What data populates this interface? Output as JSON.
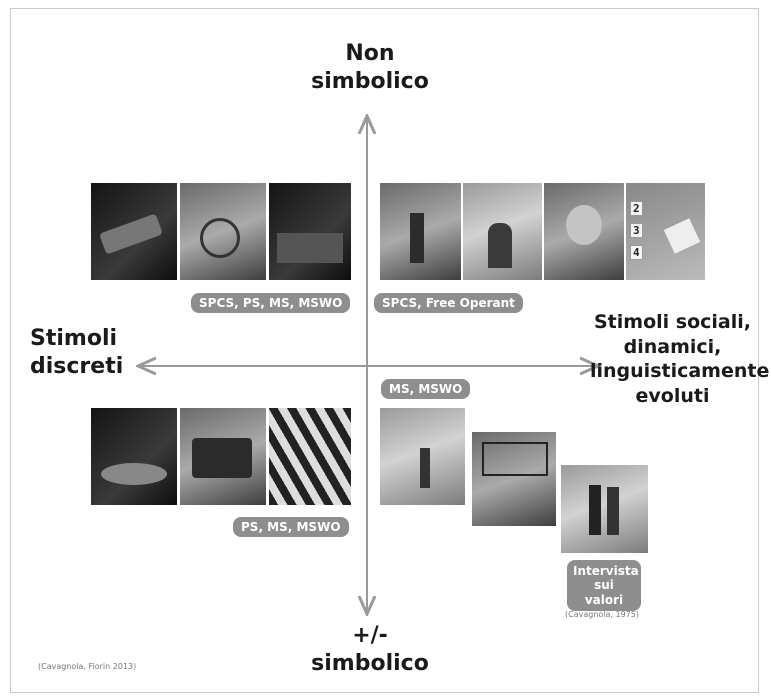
{
  "axis": {
    "top_line1": "Non",
    "top_line2": "simbolico",
    "bottom_line1": "+/-",
    "bottom_line2": "simbolico",
    "left_line1": "Stimoli",
    "left_line2": "discreti",
    "right_line1": "Stimoli sociali,",
    "right_line2": "dinamici,",
    "right_line3": "linguisticamente",
    "right_line4": "evoluti"
  },
  "quadrants": {
    "top_left": {
      "methods": "SPCS, PS, MS, MSWO"
    },
    "top_right": {
      "methods": "SPCS, Free Operant",
      "card_numbers": [
        "2",
        "3",
        "4"
      ]
    },
    "bottom_left": {
      "methods": "PS, MS, MSWO"
    },
    "bottom_right": {
      "methods": "MS, MSWO",
      "method_box": "Intervista sui valori",
      "method_box_source": "(Cavagnola, 1975)"
    }
  },
  "footer": {
    "citation": "(Cavagnola, Fiorin 2013)"
  }
}
